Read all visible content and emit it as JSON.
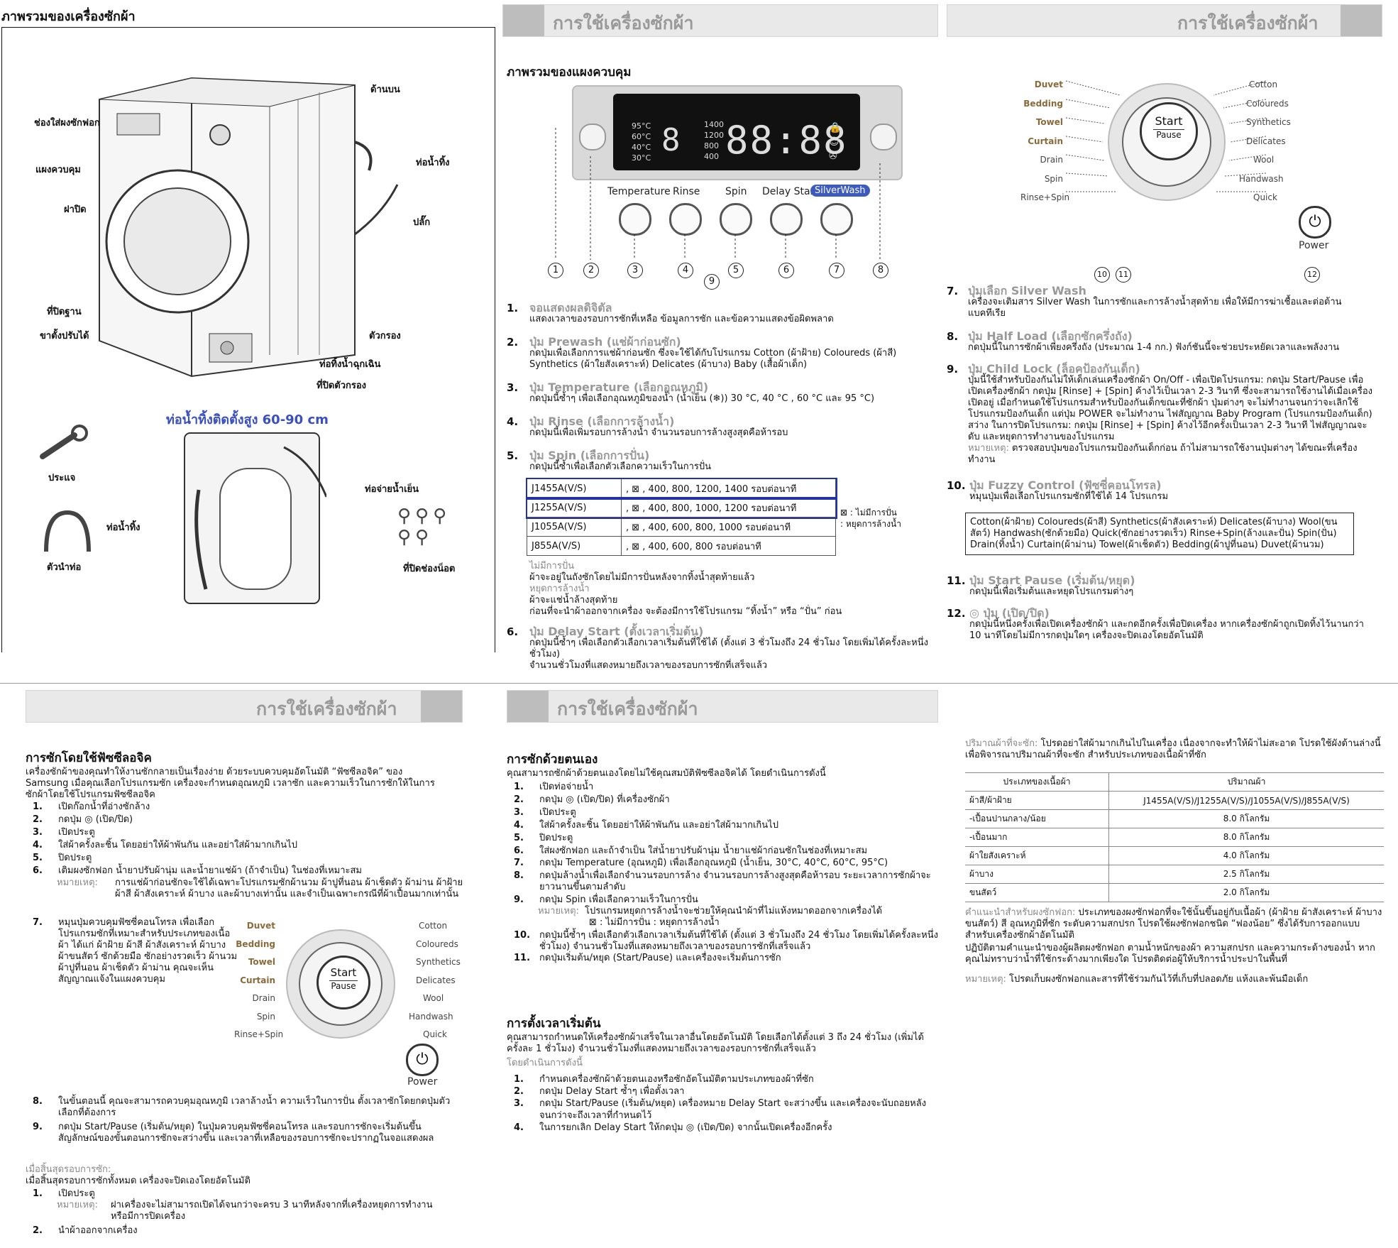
{
  "p1": {
    "title": "ภาพรวมของเครื่องซักผ้า",
    "labels": {
      "detergent": "ช่องใส่ผงซักฟอก",
      "top": "ด้านบน",
      "panel": "แผงควบคุม",
      "drain_hose": "ท่อน้ำทิ้ง",
      "door": "ฝาปิด",
      "plug": "ปลั๊ก",
      "base": "ที่ปิดฐาน",
      "feet": "ขาตั้งปรับได้",
      "filter": "ตัวกรอง",
      "emergency": "ท่อทิ้งน้ำฉุกเฉิน",
      "filter_cover": "ที่ปิดตัวกรอง",
      "height_note": "ท่อน้ำทิ้งติดตั้งสูง   60-90 cm",
      "wrench": "ประแจ",
      "water_supply": "ท่อจ่ายน้ำเย็น",
      "drain_hose2": "ท่อน้ำทิ้ง",
      "hose_guide": "ตัวนำท่อ",
      "bolt_caps": "ที่ปิดช่องน็อต"
    }
  },
  "banner": "การใช้เครื่องซักผ้า",
  "p2": {
    "heading": "ภาพรวมของแผงควบคุม",
    "display": {
      "temps": [
        "95°C",
        "60°C",
        "40°C",
        "30°C"
      ],
      "spins": [
        "1400",
        "1200",
        "800",
        "400"
      ],
      "digit": "8",
      "time": "88:88"
    },
    "buttons": [
      "Temperature",
      "Rinse",
      "Spin",
      "Delay Start",
      "SilverWash"
    ],
    "callouts": [
      "1",
      "2",
      "3",
      "4",
      "5",
      "6",
      "7",
      "8",
      "9"
    ],
    "items": [
      {
        "n": "1.",
        "h": "จอแสดงผลดิจิตัล",
        "t": "แสดงเวลาของรอบการซักที่เหลือ ข้อมูลการซัก และข้อความแสดงข้อผิดพลาด"
      },
      {
        "n": "2.",
        "h": "ปุ่ม Prewash (แช่ผ้าก่อนซัก)",
        "t": "กดปุ่มเพื่อเลือกการแช่ผ้าก่อนซัก ซึ่งจะใช้ได้กับโปรแกรม Cotton (ผ้าฝ้าย) Coloureds (ผ้าสี) Synthetics (ผ้าใยสังเคราะห์) Delicates (ผ้าบาง) Baby (เสื้อผ้าเด็ก)"
      },
      {
        "n": "3.",
        "h": "ปุ่ม Temperature (เลือกอุณหภูมิ)",
        "t": "กดปุ่มนี้ซ้ำๆ เพื่อเลือกอุณหภูมิของน้ำ (น้ำเย็น (❄)) 30 °C, 40 °C , 60 °C และ 95 °C)"
      },
      {
        "n": "4.",
        "h": "ปุ่ม Rinse (เลือกการล้างน้ำ)",
        "t": "กดปุ่มนี้เพื่อเพิ่มรอบการล้างน้ำ  จำนวนรอบการล้างสูงสุดคือห้ารอบ"
      },
      {
        "n": "5.",
        "h": "ปุ่ม Spin (เลือกการปั่น)",
        "t": "กดปุ่มนี้ซ้ำเพื่อเลือกตัวเลือกความเร็วในการปั่น"
      }
    ],
    "spin_table": [
      [
        "J1455A(V/S)",
        ", ⊠ , 400, 800, 1200, 1400 รอบต่อนาที"
      ],
      [
        "J1255A(V/S)",
        ", ⊠ , 400, 800, 1000, 1200 รอบต่อนาที"
      ],
      [
        "J1055A(V/S)",
        ", ⊠ , 400, 600, 800, 1000 รอบต่อนาที"
      ],
      [
        "J855A(V/S)",
        ", ⊠ , 400, 600, 800 รอบต่อนาที"
      ]
    ],
    "legend": [
      "⊠ : ไม่มีการปั่น",
      "  : หยุดการล้างน้ำ"
    ],
    "nospin_h": "ไม่มีการปั่น",
    "nospin_t": "ผ้าจะอยู่ในถังซักโดยไม่มีการปั่นหลังจากทิ้งน้ำสุดท้ายแล้ว",
    "rinsehold_h": "หยุดการล้างน้ำ",
    "rinsehold_t1": "ผ้าจะแช่น้ำล้างสุดท้าย",
    "rinsehold_t2": "ก่อนที่จะนำผ้าออกจากเครื่อง จะต้องมีการใช้โปรแกรม “ทิ้งน้ำ” หรือ “ปั่น” ก่อน",
    "item6_h": "ปุ่ม Delay Start (ตั้งเวลาเริ่มต้น)",
    "item6_t1": "กดปุ่มนี้ซ้ำๆ เพื่อเลือกตัวเลือกเวลาเริ่มต้นที่ใช้ได้ (ตั้งแต่ 3 ชั่วโมงถึง 24 ชั่วโมง โดยเพิ่มได้ครั้งละหนึ่งชั่วโมง)",
    "item6_t2": "จำนวนชั่วโมงที่แสดงหมายถึงเวลาของรอบการซักที่เสร็จแล้ว"
  },
  "dial": {
    "left": [
      "Duvet",
      "Bedding",
      "Towel",
      "Curtain",
      "Drain",
      "Spin",
      "Rinse+Spin"
    ],
    "right": [
      "Cotton",
      "Coloureds",
      "Synthetics",
      "Delicates",
      "Wool",
      "Handwash",
      "Quick"
    ],
    "start": "Start",
    "pause": "Pause",
    "power": "Power",
    "callouts": [
      "10",
      "11",
      "12"
    ]
  },
  "p3": {
    "items": [
      {
        "n": "7.",
        "h": "ปุ่มเลือก Silver Wash",
        "t": "เครื่องจะเติมสาร Silver Wash ในการซักและการล้างน้ำสุดท้าย เพื่อให้มีการฆ่าเชื้อและต่อต้านแบคทีเรีย"
      },
      {
        "n": "8.",
        "h": "ปุ่ม Half Load (เลือกซักครึ่งถัง)",
        "t": "กดปุ่มนี้ในการซักผ้าเพียงครึ่งถัง (ประมาณ 1-4 กก.) ฟังก์ชันนี้จะช่วยประหยัดเวลาและพลังงาน"
      },
      {
        "n": "9.",
        "h": "ปุ่ม Child Lock (ล็อคป้องกันเด็ก)",
        "t": "ปุ่มนี้ใช้สำหรับป้องกันไม่ให้เด็กเล่นเครื่องซักผ้า  On/Off - เพื่อเปิดโปรแกรม: กดปุ่ม Start/Pause เพื่อเปิดเครื่องซักผ้า  กดปุ่ม [Rinse] + [Spin] ค้างไว้เป็นเวลา 2-3 วินาที  ซึ่งจะสามารถใช้งานได้เมื่อเครื่องเปิดอยู่  เมื่อกำหนดใช้โปรแกรมสำหรับป้องกันเด็กขณะที่ซักผ้า ปุ่มต่างๆ จะไม่ทำงานจนกว่าจะเลิกใช้โปรแกรมป้องกันเด็ก  แต่ปุ่ม POWER จะไม่ทำงาน  ไฟสัญญาณ Baby Program (โปรแกรมป้องกันเด็ก) สว่าง ในการปิดโปรแกรม: กดปุ่ม [Rinse] + [Spin] ค้างไว้อีกครั้งเป็นเวลา 2-3 วินาที ไฟสัญญาณจะดับ และหยุดการทำงานของโปรแกรม"
      }
    ],
    "note_label": "หมายเหตุ:",
    "note_text": "ตรวจสอบปุ่มของโปรแกรมป้องกันเด็กก่อน ถ้าไม่สามารถใช้งานปุ่มต่างๆ ได้ขณะที่เครื่องทำงาน",
    "item10_h": "ปุ่ม Fuzzy Control (ฟัซซี่คอนโทรล)",
    "item10_t": "หมุนปุ่มเพื่อเลือกโปรแกรมซักที่ใช้ได้ 14 โปรแกรม",
    "box": "Cotton(ผ้าฝ้าย) Coloureds(ผ้าสี) Synthetics(ผ้าสังเคราะห์) Delicates(ผ้าบาง) Wool(ขนสัตว์) Handwash(ซักด้วยมือ) Quick(ซักอย่างรวดเร็ว) Rinse+Spin(ล้างและปั่น) Spin(ปั่น) Drain(ทิ้งน้ำ) Curtain(ผ้าม่าน) Towel(ผ้าเช็ดตัว) Bedding(ผ้าปูที่นอน) Duvet(ผ้านวม)",
    "item11_h": "ปุ่ม Start Pause (เริ่มต้น/หยุด)",
    "item11_t": "กดปุ่มนี้เพื่อเริ่มต้นและหยุดโปรแกรมต่างๆ",
    "item12_h": "◎ ปุ่ม (เปิด/ปิด)",
    "item12_t": "กดปุ่มนี้หนึ่งครั้งเพื่อเปิดเครื่องซักผ้า และกดอีกครั้งเพื่อปิดเครื่อง  หากเครื่องซักผ้าถูกเปิดทิ้งไว้นานกว่า 10 นาทีโดยไม่มีการกดปุ่มใดๆ เครื่องจะปิดเองโดยอัตโนมัติ"
  },
  "p4": {
    "heading": "การซักโดยใช้ฟัซซีลอจิค",
    "intro": "เครื่องซักผ้าของคุณทำให้งานซักกลายเป็นเรื่องง่าย ด้วยระบบควบคุมอัตโนมัติ “ฟัซซีลอจิค” ของ Samsung  เมื่อคุณเลือกโปรแกรมซัก เครื่องจะกำหนดอุณหภูมิ เวลาซัก และความเร็วในการซักให้ในการซักผ้าโดยใช้โปรแกรมฟัซซีลอจิค",
    "steps": [
      "เปิดก๊อกน้ำที่อ่างซักล้าง",
      "กดปุ่ม ◎ (เปิด/ปิด)",
      "เปิดประตู",
      "ใส่ผ้าครั้งละชิ้น โดยอย่าให้ผ้าพันกัน และอย่าใส่ผ้ามากเกินไป",
      "ปิดประตู",
      "เติมผงซักฟอก น้ำยาปรับผ้านุ่ม และน้ำยาแช่ผ้า (ถ้าจำเป็น) ในช่องที่เหมาะสม"
    ],
    "note_label": "หมายเหตุ:",
    "note_text": "การแช่ผ้าก่อนซักจะใช้ได้เฉพาะโปรแกรมซักผ้านวม ผ้าปูที่นอน ผ้าเช็ดตัว ผ้าม่าน ผ้าฝ้าย ผ้าสี ผ้าสังเคราะห์ ผ้าบาง และผ้าบางเท่านั้น  และจำเป็นเฉพาะกรณีที่ผ้าเปื้อนมากเท่านั้น",
    "step7": "หมุนปุ่มควบคุมฟัซซี่คอนโทรล เพื่อเลือกโปรแกรมซักที่เหมาะสำหรับประเภทของเนื้อผ้า ได้แก่ ผ้าฝ้าย ผ้าสี ผ้าสังเคราะห์ ผ้าบาง ผ้าขนสัตว์ ซักด้วยมือ ซักอย่างรวดเร็ว ผ้านวม ผ้าปูที่นอน ผ้าเช็ดตัว ผ้าม่าน คุณจะเห็นสัญญาณแจ้งในแผงควบคุม",
    "step8": "ในขั้นตอนนี้ คุณจะสามารถควบคุมอุณหภูมิ เวลาล้างน้ำ ความเร็วในการปั่น ตั้งเวลาซักโดยกดปุ่มตัวเลือกที่ต้องการ",
    "step9": "กดปุ่ม Start/Pause (เริ่มต้น/หยุด) ในปุ่มควบคุมฟัซซี่คอนโทรล และรอบการซักจะเริ่มต้นขึ้น สัญลักษณ์ของขั้นตอนการซักจะสว่างขึ้น และเวลาที่เหลือของรอบการซักจะปรากฏในจอแสดงผล",
    "end_h": "เมื่อสิ้นสุดรอบการซัก:",
    "end_t": "เมื่อสิ้นสุดรอบการซักทั้งหมด เครื่องจะปิดเองโดยอัตโนมัติ",
    "end1": "เปิดประตู",
    "end_note_label": "หมายเหตุ:",
    "end_note": "ฝาเครื่องจะไม่สามารถเปิดได้จนกว่าจะครบ 3 นาทีหลังจากที่เครื่องหยุดการทำงาน หรือมีการปิดเครื่อง",
    "end2": "นำผ้าออกจากเครื่อง"
  },
  "p5": {
    "heading": "การซักด้วยตนเอง",
    "intro": "คุณสามารถซักผ้าด้วยตนเองโดยไม่ใช้คุณสมบัติฟัซซีลอจิคได้   โดยดำเนินการดังนี้",
    "steps": [
      "เปิดท่อจ่ายน้ำ",
      "กดปุ่ม ◎ (เปิด/ปิด) ที่เครื่องซักผ้า",
      "เปิดประตู",
      "ใส่ผ้าครั้งละชิ้น โดยอย่าให้ผ้าพันกัน และอย่าใส่ผ้ามากเกินไป",
      "ปิดประตู",
      "ใส่ผงซักฟอก และถ้าจำเป็น ใส่น้ำยาปรับผ้านุ่ม น้ำยาแช่ผ้าก่อนซักในช่องที่เหมาะสม",
      "กดปุ่ม Temperature (อุณหภูมิ) เพื่อเลือกอุณหภูมิ (น้ำเย็น, 30°C, 40°C, 60°C, 95°C)",
      "กดปุ่มล้างน้ำเพื่อเลือกจำนวนรอบการล้าง จำนวนรอบการล้างสูงสุดคือห้ารอบ ระยะเวลาการซักผ้าจะยาวนานขึ้นตามลำดับ",
      "กดปุ่ม Spin เพื่อเลือกความเร็วในการปั่น"
    ],
    "note_label": "หมายเหตุ:",
    "note_text": "โปรแกรมหยุดการล้างน้ำจะช่วยให้คุณนำผ้าที่ไม่แห้งหมาดออกจากเครื่องได้",
    "note_icons": "⊠ : ไม่มีการปั่น              : หยุดการล้างน้ำ",
    "step10": "กดปุ่มนี้ซ้ำๆ เพื่อเลือกตัวเลือกเวลาเริ่มต้นที่ใช้ได้ (ตั้งแต่ 3 ชั่วโมงถึง 24 ชั่วโมง โดยเพิ่มได้ครั้งละหนึ่งชั่วโมง)  จำนวนชั่วโมงที่แสดงหมายถึงเวลาของรอบการซักที่เสร็จแล้ว",
    "step11": "กดปุ่มเริ่มต้น/หยุด (Start/Pause) และเครื่องจะเริ่มต้นการซัก",
    "heading2": "การตั้งเวลาเริ่มต้น",
    "intro2": "คุณสามารถกำหนดให้เครื่องซักผ้าเสร็จในเวลาอื่นโดยอัตโนมัติ โดยเลือกได้ตั้งแต่ 3 ถึง 24 ชั่วโมง (เพิ่มได้ครั้งละ 1 ชั่วโมง)  จำนวนชั่วโมงที่แสดงหมายถึงเวลาของรอบการซักที่เสร็จแล้ว",
    "how": "โดยดำเนินการดังนี้",
    "steps2": [
      "กำหนดเครื่องซักผ้าด้วยตนเองหรือซักอัตโนมัติตามประเภทของผ้าที่ซัก",
      "กดปุ่ม Delay Start ซ้ำๆ เพื่อตั้งเวลา",
      "กดปุ่ม Start/Pause (เริ่มต้น/หยุด) เครื่องหมาย Delay Start จะสว่างขึ้น และเครื่องจะนับถอยหลังจนกว่าจะถึงเวลาที่กำหนดไว้",
      "ในการยกเลิก Delay Start ให้กดปุ่ม ◎ (เปิด/ปิด) จากนั้นเปิดเครื่องอีกครั้ง"
    ]
  },
  "p6": {
    "cap_label": "ปริมาณผ้าที่จะซัก:",
    "cap_text": "โปรดอย่าใส่ผ้ามากเกินไปในเครื่อง เนื่องจากจะทำให้ผ้าไม่สะอาด  โปรดใช้ผังด้านล่างนี้เพื่อพิจารณาปริมาณผ้าที่จะซัก สำหรับประเภทของเนื้อผ้าที่ซัก",
    "table_head": [
      "ประเภทของเนื้อผ้า",
      "ปริมาณผ้า"
    ],
    "table_rows": [
      [
        "ผ้าสี/ผ้าฝ้าย",
        "J1455A(V/S)/J1255A(V/S)/J1055A(V/S)/J855A(V/S)"
      ],
      [
        "-เปื้อนปานกลาง/น้อย",
        "8.0 กิโลกรัม"
      ],
      [
        "-เปื้อนมาก",
        "8.0 กิโลกรัม"
      ],
      [
        "ผ้าใยสังเคราะห์",
        "4.0 กิโลกรัม"
      ],
      [
        "ผ้าบาง",
        "2.5 กิโลกรัม"
      ],
      [
        "ขนสัตว์",
        "2.0 กิโลกรัม"
      ]
    ],
    "tip_label": "คำแนะนำสำหรับผงซักฟอก:",
    "tip_text": "ประเภทของผงซักฟอกที่จะใช้นั้นขึ้นอยู่กับเนื้อผ้า (ผ้าฝ้าย ผ้าสังเคราะห์ ผ้าบาง ขนสัตว์) สี อุณหภูมิที่ซัก ระดับความสกปรก  โปรดใช้ผงซักฟอกชนิด “ฟองน้อย” ซึ่งได้รับการออกแบบสำหรับเครื่องซักผ้าอัตโนมัติ",
    "tip2": "ปฏิบัติตามคำแนะนำของผู้ผลิตผงซักฟอก ตามน้ำหนักของผ้า ความสกปรก และความกระด้างของน้ำ หากคุณไม่ทราบว่าน้ำที่ใช้กระด้างมากเพียงใด โปรดติดต่อผู้ให้บริการน้ำประปาในพื้นที่",
    "note_label": "หมายเหตุ:",
    "note_text": "โปรดเก็บผงซักฟอกและสารที่ใช้ร่วมกันไว้ที่เก็บที่ปลอดภัย แห้งและพ้นมือเด็ก"
  }
}
